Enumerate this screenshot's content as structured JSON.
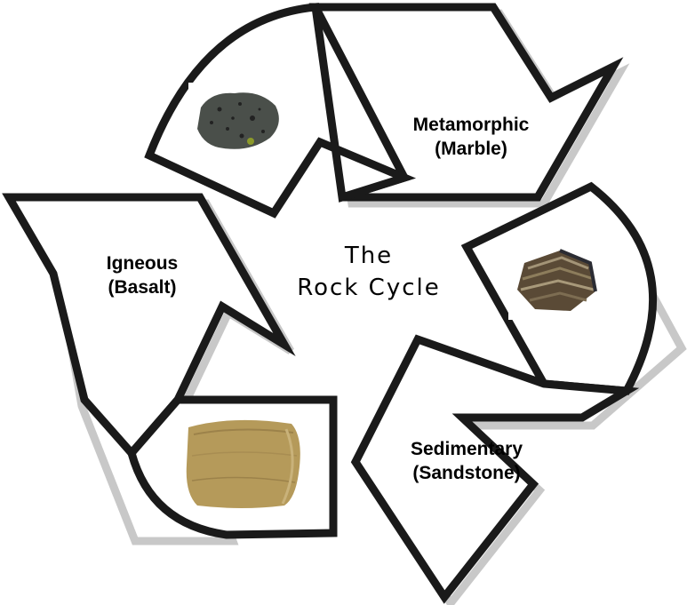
{
  "title": {
    "line1": "The",
    "line2": "Rock Cycle"
  },
  "rocks": [
    {
      "name": "Metamorphic",
      "example": "(Marble)",
      "icon": "basalt-rock-icon"
    },
    {
      "name": "Igneous",
      "example": "(Basalt)",
      "icon": "sandstone-rock-icon"
    },
    {
      "name": "Sedimentary",
      "example": "(Sandstone)",
      "icon": "marble-rock-icon"
    }
  ],
  "colors": {
    "outline": "#1a1a1a",
    "background": "#ffffff",
    "basalt": "#4a4f4a",
    "sandstone": "#b59a5a",
    "marble": "#6a5a40"
  }
}
